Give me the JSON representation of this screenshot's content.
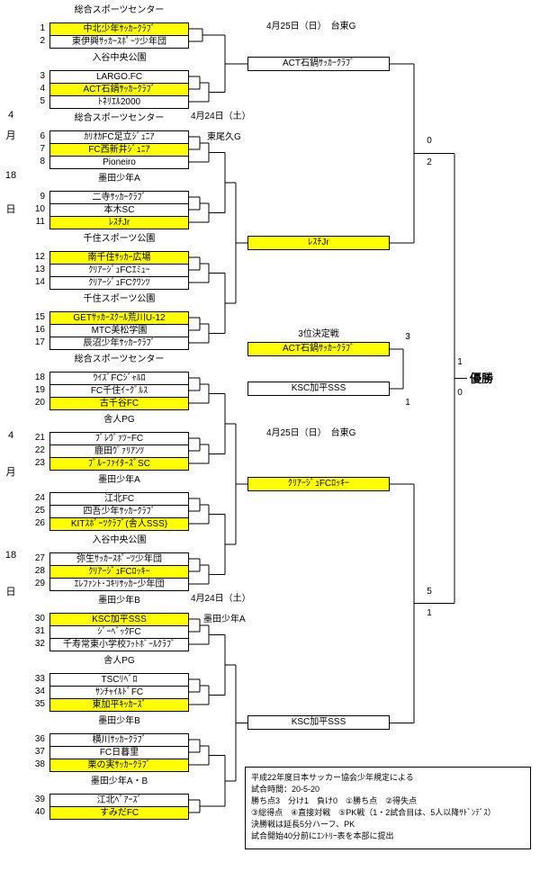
{
  "winner_color": "#ffff00",
  "champion_label": "優勝",
  "dates": {
    "final_day_top": "4月25日（日）　台東G",
    "first_day_top": "4月24日（土）",
    "first_venue_top": "東尾久G",
    "final_day_bottom": "4月25日（日）　台東G",
    "first_day_bottom": "4月24日（土）",
    "first_venue_bottom": "墨田少年A",
    "left_margin_top": [
      "4",
      "月",
      "18",
      "日"
    ],
    "left_margin_bottom": [
      "4",
      "月",
      "18",
      "日"
    ]
  },
  "groups": [
    {
      "venue": "総合スポーツセンター",
      "teams": [
        {
          "no": "1",
          "name": "中北少年ｻｯｶｰｸﾗﾌﾞ",
          "winner": true
        },
        {
          "no": "2",
          "name": "東伊興ｻｯｶｰｽﾎﾟｰﾂ少年団",
          "winner": false
        }
      ]
    },
    {
      "venue": "入谷中央公園",
      "teams": [
        {
          "no": "3",
          "name": "LARGO.FC",
          "winner": false
        },
        {
          "no": "4",
          "name": "ACT石鍋ｻｯｶｰｸﾗﾌﾞ",
          "winner": true
        },
        {
          "no": "5",
          "name": "ﾄﾈﾘｴﾙ2000",
          "winner": false
        }
      ]
    },
    {
      "venue": "総合スポーツセンター",
      "teams": [
        {
          "no": "6",
          "name": "ｶﾘｵｶFC足立ｼﾞｭﾆｱ",
          "winner": false
        },
        {
          "no": "7",
          "name": "FC西新井ｼﾞｭﾆｱ",
          "winner": true
        },
        {
          "no": "8",
          "name": "Pioneiro",
          "winner": false
        }
      ]
    },
    {
      "venue": "墨田少年A",
      "teams": [
        {
          "no": "9",
          "name": "二寺ｻｯｶｰｸﾗﾌﾞ",
          "winner": false
        },
        {
          "no": "10",
          "name": "本木SC",
          "winner": false
        },
        {
          "no": "11",
          "name": "ﾚｽﾁJr",
          "winner": true
        }
      ]
    },
    {
      "venue": "千住スポーツ公園",
      "teams": [
        {
          "no": "12",
          "name": "南千住ｻｯｶｰ広場",
          "winner": true
        },
        {
          "no": "13",
          "name": "ｸﾘｱｰｼﾞｭFCｴﾐｭｰ",
          "winner": false
        },
        {
          "no": "14",
          "name": "ｸﾘｱｰｼﾞｭFCｸﾜﾝﾂ",
          "winner": false
        }
      ]
    },
    {
      "venue": "千住スポーツ公園",
      "teams": [
        {
          "no": "15",
          "name": "GETｻｯｶｰｽｸｰﾙ荒川U-12",
          "winner": true
        },
        {
          "no": "16",
          "name": "MTC美松学園",
          "winner": false
        },
        {
          "no": "17",
          "name": "辰沼少年ｻｯｶｰｸﾗﾌﾞ",
          "winner": false
        }
      ]
    },
    {
      "venue": "総合スポーツセンター",
      "teams": [
        {
          "no": "18",
          "name": "ｳｲｽﾞFCｼﾞｬﾙﾛ",
          "winner": false
        },
        {
          "no": "19",
          "name": "FC千住ｲｰｸﾞﾙｽ",
          "winner": false
        },
        {
          "no": "20",
          "name": "古千谷FC",
          "winner": true
        }
      ]
    },
    {
      "venue": "舎人PG",
      "teams": [
        {
          "no": "21",
          "name": "ﾌﾞﾚｳﾞｧﾂｰFC",
          "winner": false
        },
        {
          "no": "22",
          "name": "鹿田ｳﾞｧﾘｱﾝﾂ",
          "winner": false
        },
        {
          "no": "23",
          "name": "ﾌﾞﾙｰﾌｧｲﾀｰｽﾞSC",
          "winner": true
        }
      ]
    },
    {
      "venue": "墨田少年A",
      "teams": [
        {
          "no": "24",
          "name": "江北FC",
          "winner": false
        },
        {
          "no": "25",
          "name": "四吾少年ｻｯｶｰｸﾗﾌﾞ",
          "winner": false
        },
        {
          "no": "26",
          "name": "KITｽﾎﾟｰﾂｸﾗﾌﾞ(舎人SSS)",
          "winner": true
        }
      ]
    },
    {
      "venue": "入谷中央公園",
      "teams": [
        {
          "no": "27",
          "name": "弥生ｻｯｶｰｽﾎﾟｰﾂ少年団",
          "winner": false
        },
        {
          "no": "28",
          "name": "ｸﾘｱｰｼﾞｭFCﾛｯｷｰ",
          "winner": true
        },
        {
          "no": "29",
          "name": "ｴﾚﾌｧﾝﾄ･ｺｷﾘｻｯｶｰ少年団",
          "winner": false
        }
      ]
    },
    {
      "venue": "墨田少年B",
      "teams": [
        {
          "no": "30",
          "name": "KSC加平SSS",
          "winner": true
        },
        {
          "no": "31",
          "name": "ｼﾞｰﾍﾞｯｸFC",
          "winner": false
        },
        {
          "no": "32",
          "name": "千寿常東小学校ﾌｯﾄﾎﾞｰﾙｸﾗﾌﾞ",
          "winner": false
        }
      ]
    },
    {
      "venue": "舎人PG",
      "teams": [
        {
          "no": "33",
          "name": "TSCﾘﾍﾞﾛ",
          "winner": false
        },
        {
          "no": "34",
          "name": "ｻﾝﾁｬｲﾙﾄﾞFC",
          "winner": false
        },
        {
          "no": "35",
          "name": "東加平ｷｯｶｰｽﾞ",
          "winner": true
        }
      ]
    },
    {
      "venue": "墨田少年B",
      "teams": [
        {
          "no": "36",
          "name": "横川ｻｯｶｰｸﾗﾌﾞ",
          "winner": false
        },
        {
          "no": "37",
          "name": "FC日暮里",
          "winner": false
        },
        {
          "no": "38",
          "name": "栗の実ｻｯｶｰｸﾗﾌﾞ",
          "winner": true
        }
      ]
    },
    {
      "venue": "墨田少年A・B",
      "teams": [
        {
          "no": "39",
          "name": "江北ﾍﾟｱｰｽﾞ",
          "winner": false
        },
        {
          "no": "40",
          "name": "すみだFC",
          "winner": true
        }
      ]
    }
  ],
  "semifinalists": [
    {
      "name": "ACT石鍋ｻｯｶｰｸﾗﾌﾞ",
      "winner": false
    },
    {
      "name": "ﾚｽﾁJr",
      "winner": true
    },
    {
      "name": "ｸﾘｱｰｼﾞｭFCﾛｯｷｰ",
      "winner": true
    },
    {
      "name": "KSC加平SSS",
      "winner": false
    }
  ],
  "third_place": {
    "label": "3位決定戦",
    "teams": [
      {
        "name": "ACT石鍋ｻｯｶｰｸﾗﾌﾞ",
        "winner": true
      },
      {
        "name": "KSC加平SSS",
        "winner": false
      }
    ]
  },
  "scores": {
    "semifinal_top": [
      "0",
      "2"
    ],
    "semifinal_bottom": [
      "5",
      "1"
    ],
    "final": [
      "1",
      "0"
    ],
    "third_place": [
      "3",
      "1"
    ]
  },
  "notes": [
    "平成22年度日本サッカー協会少年規定による",
    "試合時間：20-5-20",
    "勝ち点3　分け1　負け0　①勝ち点　②得失点",
    "③総得点　④直接対戦　⑤PK戦（1・2試合目は、5人以降ｻﾄﾞﾝﾃﾞｽ）",
    "決勝戦は延長5分ハーフ、PK",
    "試合開始40分前にｴﾝﾄﾘｰ表を本部に提出"
  ]
}
